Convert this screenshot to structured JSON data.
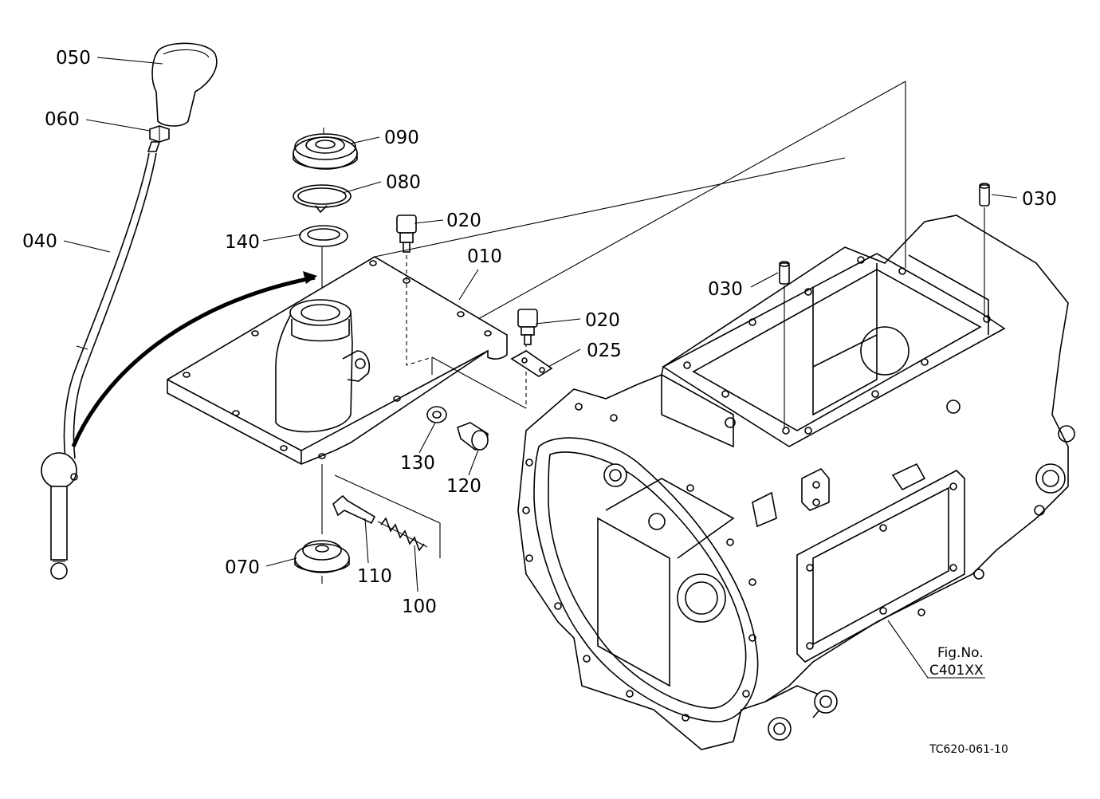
{
  "labels": {
    "p050": "050",
    "p060": "060",
    "p040": "040",
    "p090": "090",
    "p080": "080",
    "p140": "140",
    "p020a": "020",
    "p010": "010",
    "p020b": "020",
    "p025": "025",
    "p030a": "030",
    "p030b": "030",
    "p130": "130",
    "p120": "120",
    "p070": "070",
    "p110": "110",
    "p100": "100"
  },
  "figure": {
    "fig_label": "Fig.No.",
    "fig_number": "C401XX",
    "drawing_ref": "TC620-061-10"
  }
}
